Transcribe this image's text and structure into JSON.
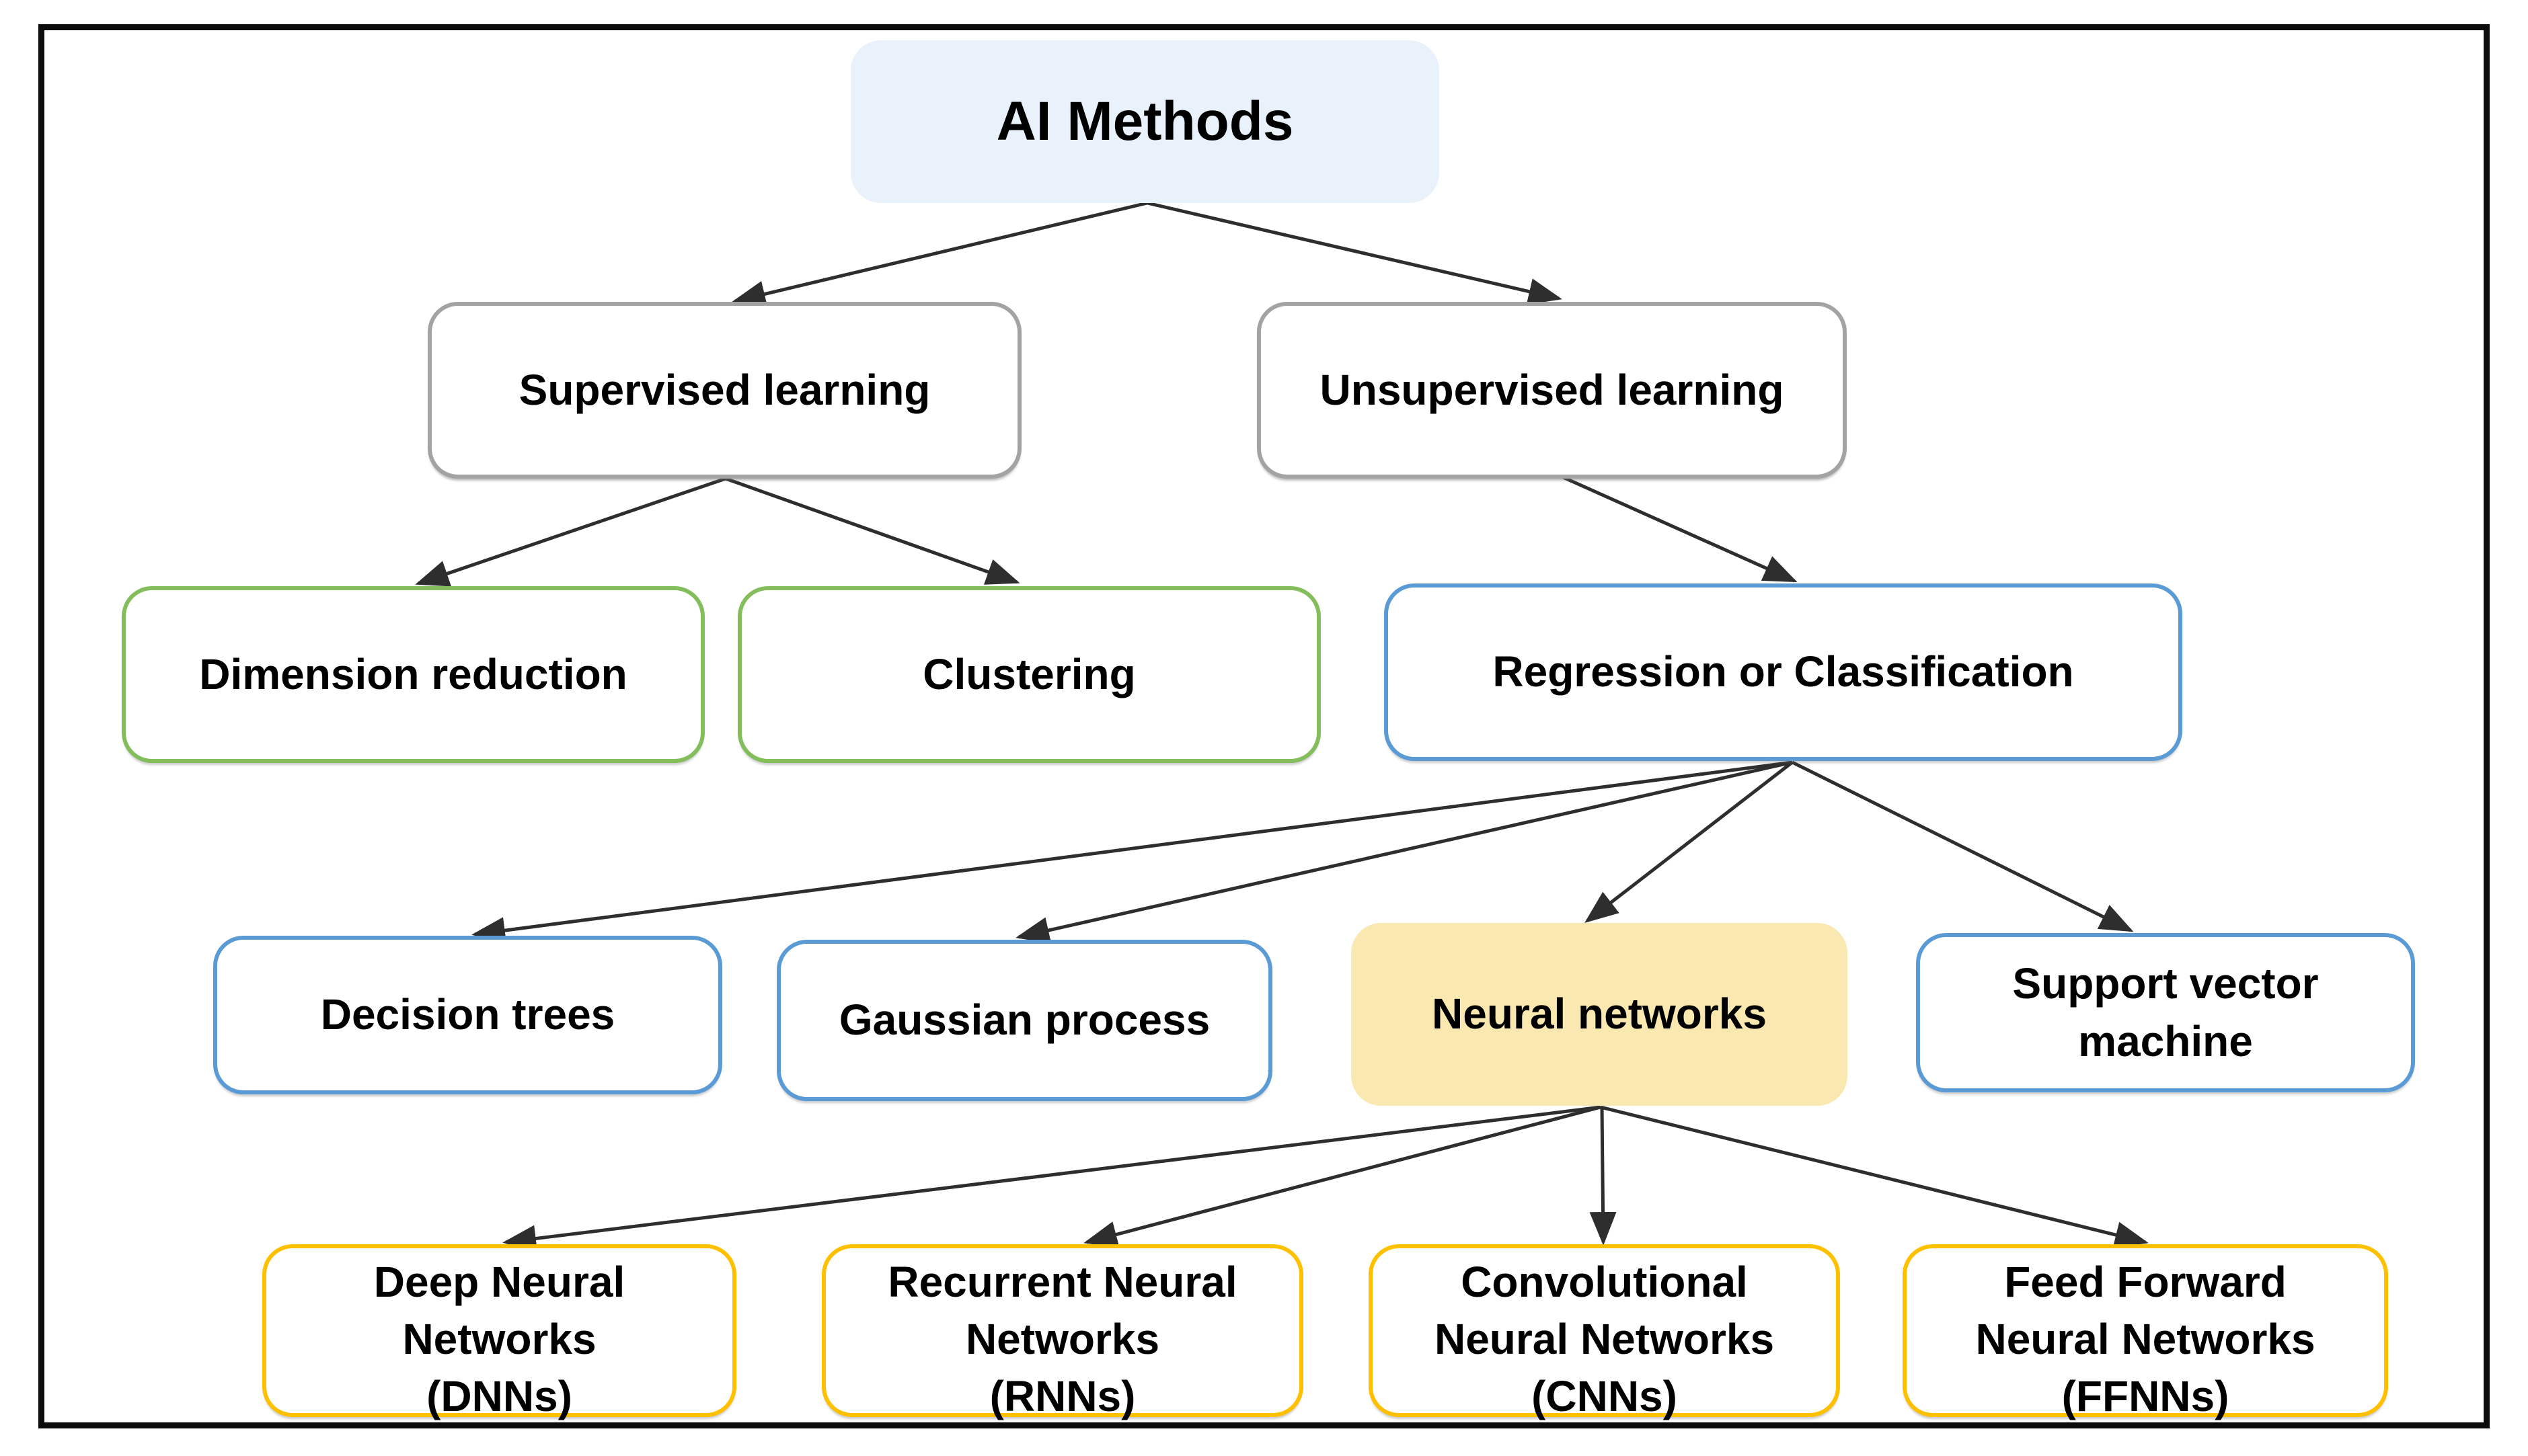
{
  "diagram": {
    "title": "AI Methods",
    "colors": {
      "background": "#ffffff",
      "frame": "#0c0c0c",
      "arrow": "#2e2e2e",
      "root_fill": "#e9f1fa",
      "highlight_fill": "#f9e8b0",
      "gray_border": "#a3a3a3",
      "green_border": "#84bd5c",
      "blue_border": "#5b9bd5",
      "gold_border": "#ffc000",
      "text": "#000000"
    },
    "nodes": [
      {
        "id": "ai-methods",
        "label": "AI Methods",
        "fill": "#e9f1fa"
      },
      {
        "id": "supervised-learning",
        "label": "Supervised learning",
        "border": "#a3a3a3"
      },
      {
        "id": "unsupervised-learning",
        "label": "Unsupervised learning",
        "border": "#a3a3a3"
      },
      {
        "id": "dimension-reduction",
        "label": "Dimension reduction",
        "border": "#84bd5c"
      },
      {
        "id": "clustering",
        "label": "Clustering",
        "border": "#84bd5c"
      },
      {
        "id": "regression-or-classification",
        "label": "Regression or Classification",
        "border": "#5b9bd5"
      },
      {
        "id": "decision-trees",
        "label": "Decision trees",
        "border": "#5b9bd5"
      },
      {
        "id": "gaussian-process",
        "label": "Gaussian process",
        "border": "#5b9bd5"
      },
      {
        "id": "neural-networks",
        "label": "Neural networks",
        "fill": "#f9e8b0"
      },
      {
        "id": "support-vector-machine",
        "label": "Support vector\nmachine",
        "border": "#5b9bd5"
      },
      {
        "id": "deep-neural-networks",
        "label": "Deep Neural\nNetworks\n(DNNs)",
        "border": "#ffc000"
      },
      {
        "id": "recurrent-neural-networks",
        "label": "Recurrent Neural\nNetworks\n(RNNs)",
        "border": "#ffc000"
      },
      {
        "id": "convolutional-neural-networks",
        "label": "Convolutional\nNeural Networks\n(CNNs)",
        "border": "#ffc000"
      },
      {
        "id": "feed-forward-neural-networks",
        "label": "Feed Forward\nNeural Networks\n(FFNNs)",
        "border": "#ffc000"
      }
    ],
    "edges": [
      {
        "from": "ai-methods",
        "to": "supervised-learning"
      },
      {
        "from": "ai-methods",
        "to": "unsupervised-learning"
      },
      {
        "from": "supervised-learning",
        "to": "dimension-reduction"
      },
      {
        "from": "supervised-learning",
        "to": "clustering"
      },
      {
        "from": "unsupervised-learning",
        "to": "regression-or-classification"
      },
      {
        "from": "regression-or-classification",
        "to": "decision-trees"
      },
      {
        "from": "regression-or-classification",
        "to": "gaussian-process"
      },
      {
        "from": "regression-or-classification",
        "to": "neural-networks"
      },
      {
        "from": "regression-or-classification",
        "to": "support-vector-machine"
      },
      {
        "from": "neural-networks",
        "to": "deep-neural-networks"
      },
      {
        "from": "neural-networks",
        "to": "recurrent-neural-networks"
      },
      {
        "from": "neural-networks",
        "to": "convolutional-neural-networks"
      },
      {
        "from": "neural-networks",
        "to": "feed-forward-neural-networks"
      }
    ]
  }
}
